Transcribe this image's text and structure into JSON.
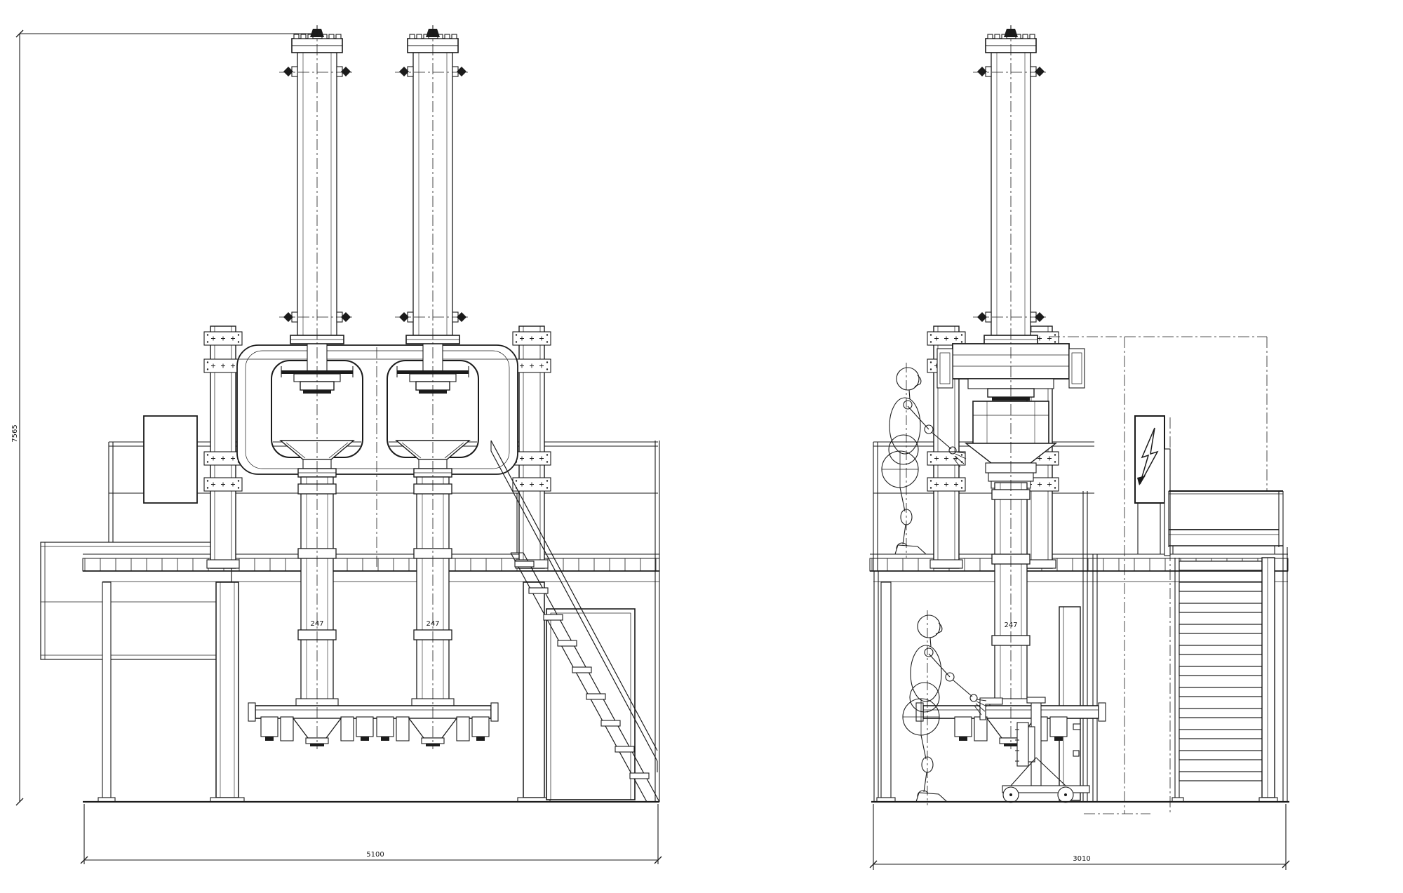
{
  "drawing": {
    "type": "cad-engineering-drawing",
    "background": "#ffffff",
    "line_color": "#1b1b1b",
    "dimensions": {
      "overall_height": "7565",
      "front_width": "5100",
      "side_width": "3010"
    },
    "labels": {
      "front_left_piston": "247",
      "front_right_piston": "247",
      "side_piston": "247"
    },
    "icons": {
      "electrical_hazard": "lightning-bolt"
    }
  }
}
